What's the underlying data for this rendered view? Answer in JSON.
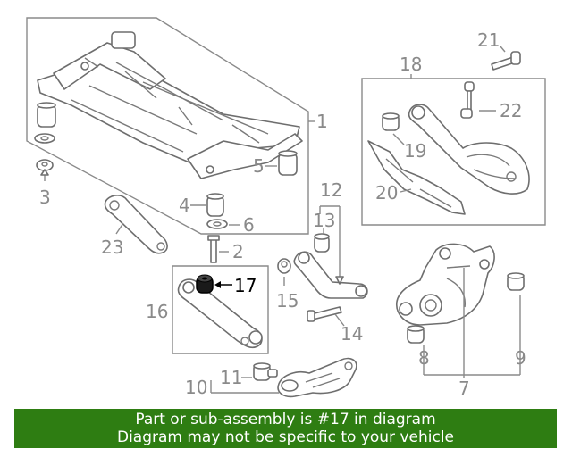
{
  "highlighted_part": "17",
  "callouts": [
    "1",
    "2",
    "3",
    "4",
    "5",
    "6",
    "7",
    "8",
    "9",
    "10",
    "11",
    "12",
    "13",
    "14",
    "15",
    "16",
    "17",
    "18",
    "19",
    "20",
    "21",
    "22",
    "23"
  ],
  "footer": {
    "line1": "Part or sub-assembly is #17 in diagram",
    "line2": "Diagram may not be specific to your vehicle"
  },
  "colors": {
    "banner": "#2e7d12",
    "banner_text": "#ffffff",
    "callout": "#8a8a8a",
    "highlight": "#000000",
    "line_art": "#6e6e6e"
  }
}
